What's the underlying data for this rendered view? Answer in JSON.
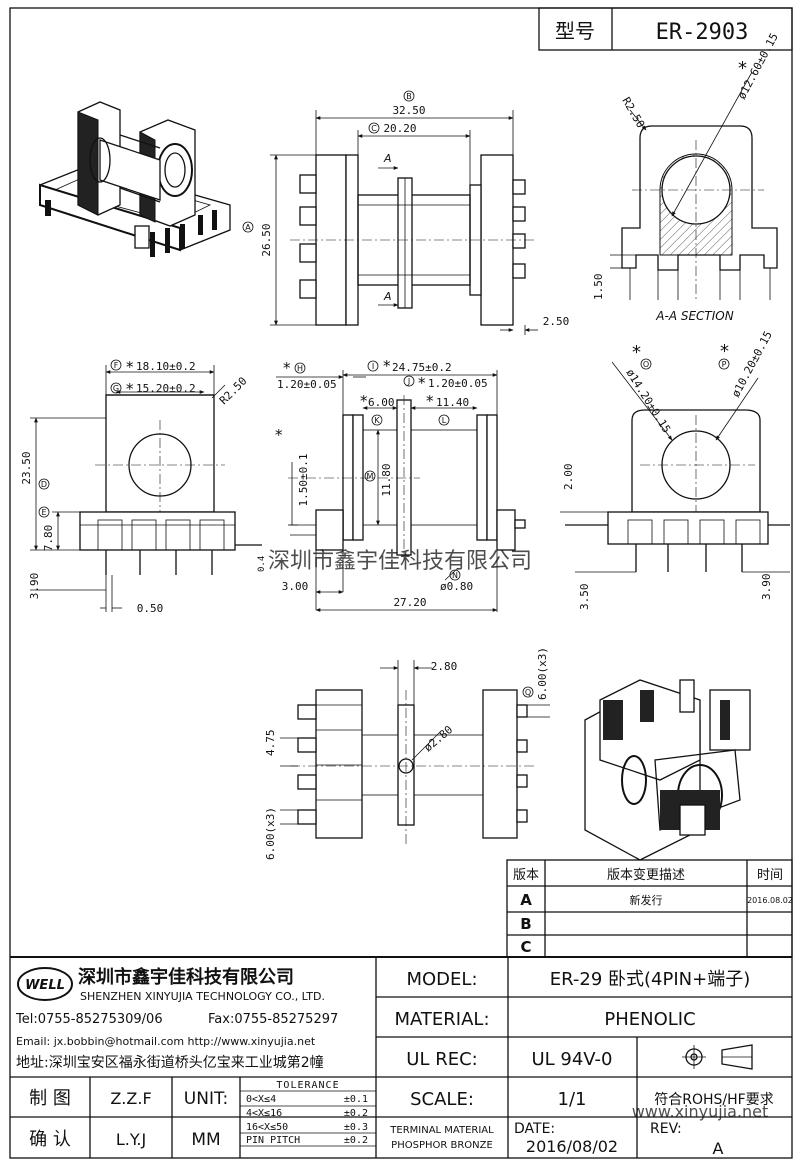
{
  "title_block": {
    "model_no_label": "型号",
    "model_no": "ER-2903"
  },
  "drawing": {
    "letters": [
      "A",
      "B",
      "C",
      "D",
      "E",
      "F",
      "G",
      "H",
      "I",
      "J",
      "K",
      "L",
      "M",
      "N",
      "O",
      "P",
      "Q"
    ],
    "dims": {
      "top_b": "32.50",
      "top_c": "20.20",
      "top_a": "26.50",
      "top_right": "2.50",
      "section_r": "R2.50",
      "section_dia": "ø12.60±0.15",
      "section_h": "1.50",
      "section_label": "A-A SECTION",
      "front_f": "18.10±0.2",
      "front_g": "15.20±0.2",
      "front_r": "R2.50",
      "front_d": "23.50",
      "front_e": "7.80",
      "front_390": "3.90",
      "front_050": "0.50",
      "side_h": "1.20±0.05",
      "side_i": "24.75±0.2",
      "side_j": "1.20±0.05",
      "side_k": "6.00",
      "side_l": "11.40",
      "side_m": "11.80",
      "side_150": "1.50±0.1",
      "side_300": "3.00",
      "side_2720": "27.20",
      "side_n": "ø0.80",
      "side_04": "0.4",
      "rear_o": "ø14.20±0.15",
      "rear_p": "ø10.20±0.15",
      "rear_200": "2.00",
      "rear_350": "3.50",
      "rear_390": "3.90",
      "bot_280": "2.80",
      "bot_dia": "ø2.80",
      "bot_q": "6.00(x3)",
      "bot_475": "4.75",
      "bot_600": "6.00(x3)",
      "star": "*"
    },
    "letter_marks": {
      "a": "A",
      "b": "B",
      "c": "C",
      "d": "D",
      "e": "E",
      "f": "F",
      "g": "G",
      "h": "H",
      "i": "I",
      "j": "J",
      "k": "K",
      "l": "L",
      "m": "M",
      "n": "N",
      "o": "O",
      "p": "P",
      "q": "Q"
    }
  },
  "watermark": "深圳市鑫宇佳科技有限公司",
  "watermark2": "www.xinyujia.net",
  "revision": {
    "headers": {
      "ver": "版本",
      "desc": "版本变更描述",
      "time": "时间"
    },
    "rows": [
      {
        "ver": "A",
        "desc": "新发行",
        "time": "2016.08.02"
      },
      {
        "ver": "B",
        "desc": "",
        "time": ""
      },
      {
        "ver": "C",
        "desc": "",
        "time": ""
      }
    ]
  },
  "company": {
    "logo_text": "WELL",
    "name_cn": "深圳市鑫宇佳科技有限公司",
    "name_en": "SHENZHEN XINYUJIA TECHNOLOGY CO., LTD.",
    "tel": "Tel:0755-85275309/06",
    "fax": "Fax:0755-85275297",
    "email": "Email: jx.bobbin@hotmail.com http://www.xinyujia.net",
    "address": "地址:深圳宝安区福永街道桥头亿宝来工业城第2幢"
  },
  "info": {
    "model_label": "MODEL:",
    "model_value": "ER-29 卧式(4PIN+端子)",
    "material_label": "MATERIAL:",
    "material_value": "PHENOLIC",
    "ulrec_label": "UL REC:",
    "ulrec_value": "UL 94V-0",
    "scale_label": "SCALE:",
    "scale_value": "1/1",
    "rohs": "符合ROHS/HF要求",
    "terminal_material": "TERMINAL MATERIAL",
    "terminal_value": "PHOSPHOR BRONZE",
    "date_label": "DATE:",
    "date_value": "2016/08/02",
    "rev_label": "REV:",
    "rev_value": "A"
  },
  "signoff": {
    "draw_label": "制 图",
    "draw_name": "Z.Z.F",
    "check_label": "确 认",
    "check_name": "L.Y.J",
    "unit_label": "UNIT:",
    "unit_value": "MM"
  },
  "tolerance": {
    "title": "TOLERANCE",
    "rows": [
      {
        "range": "0<X≤4",
        "tol": "±0.1"
      },
      {
        "range": "4<X≤16",
        "tol": "±0.2"
      },
      {
        "range": "16<X≤50",
        "tol": "±0.3"
      },
      {
        "range": "PIN PITCH",
        "tol": "±0.2"
      }
    ]
  }
}
